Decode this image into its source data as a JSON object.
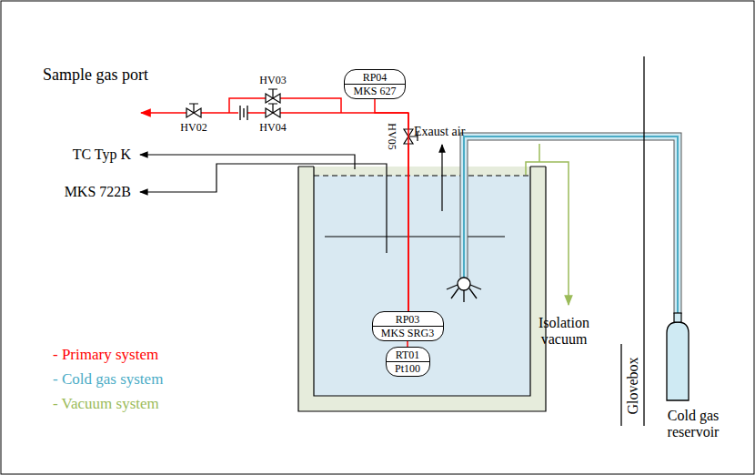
{
  "diagram": {
    "nodes": [
      {
        "text": [
          "RP04",
          "MKS 627"
        ]
      },
      {
        "text": [
          "RP03",
          "MKS SRG3"
        ]
      },
      {
        "text": [
          "RT01",
          "Pt100"
        ]
      }
    ],
    "edges": [
      {
        "from": 0,
        "to": 1,
        "arrow": "none"
      },
      {
        "from": 1,
        "to": 2,
        "arrow": "none"
      }
    ],
    "labels": [
      "Sample gas port",
      "HV02",
      "HV03",
      "HV04",
      "HV05",
      "Exaust air",
      "TC Typ K",
      "MKS 722B",
      "Isolation vacuum",
      "Glovebox",
      "Cold gas reservoir"
    ],
    "legend": [
      {
        "text": "- Primary system",
        "color": "#ff0000"
      },
      {
        "text": "- Cold gas system",
        "color": "#4bacc6"
      },
      {
        "text": "- Vacuum system",
        "color": "#9bbb59"
      }
    ]
  }
}
